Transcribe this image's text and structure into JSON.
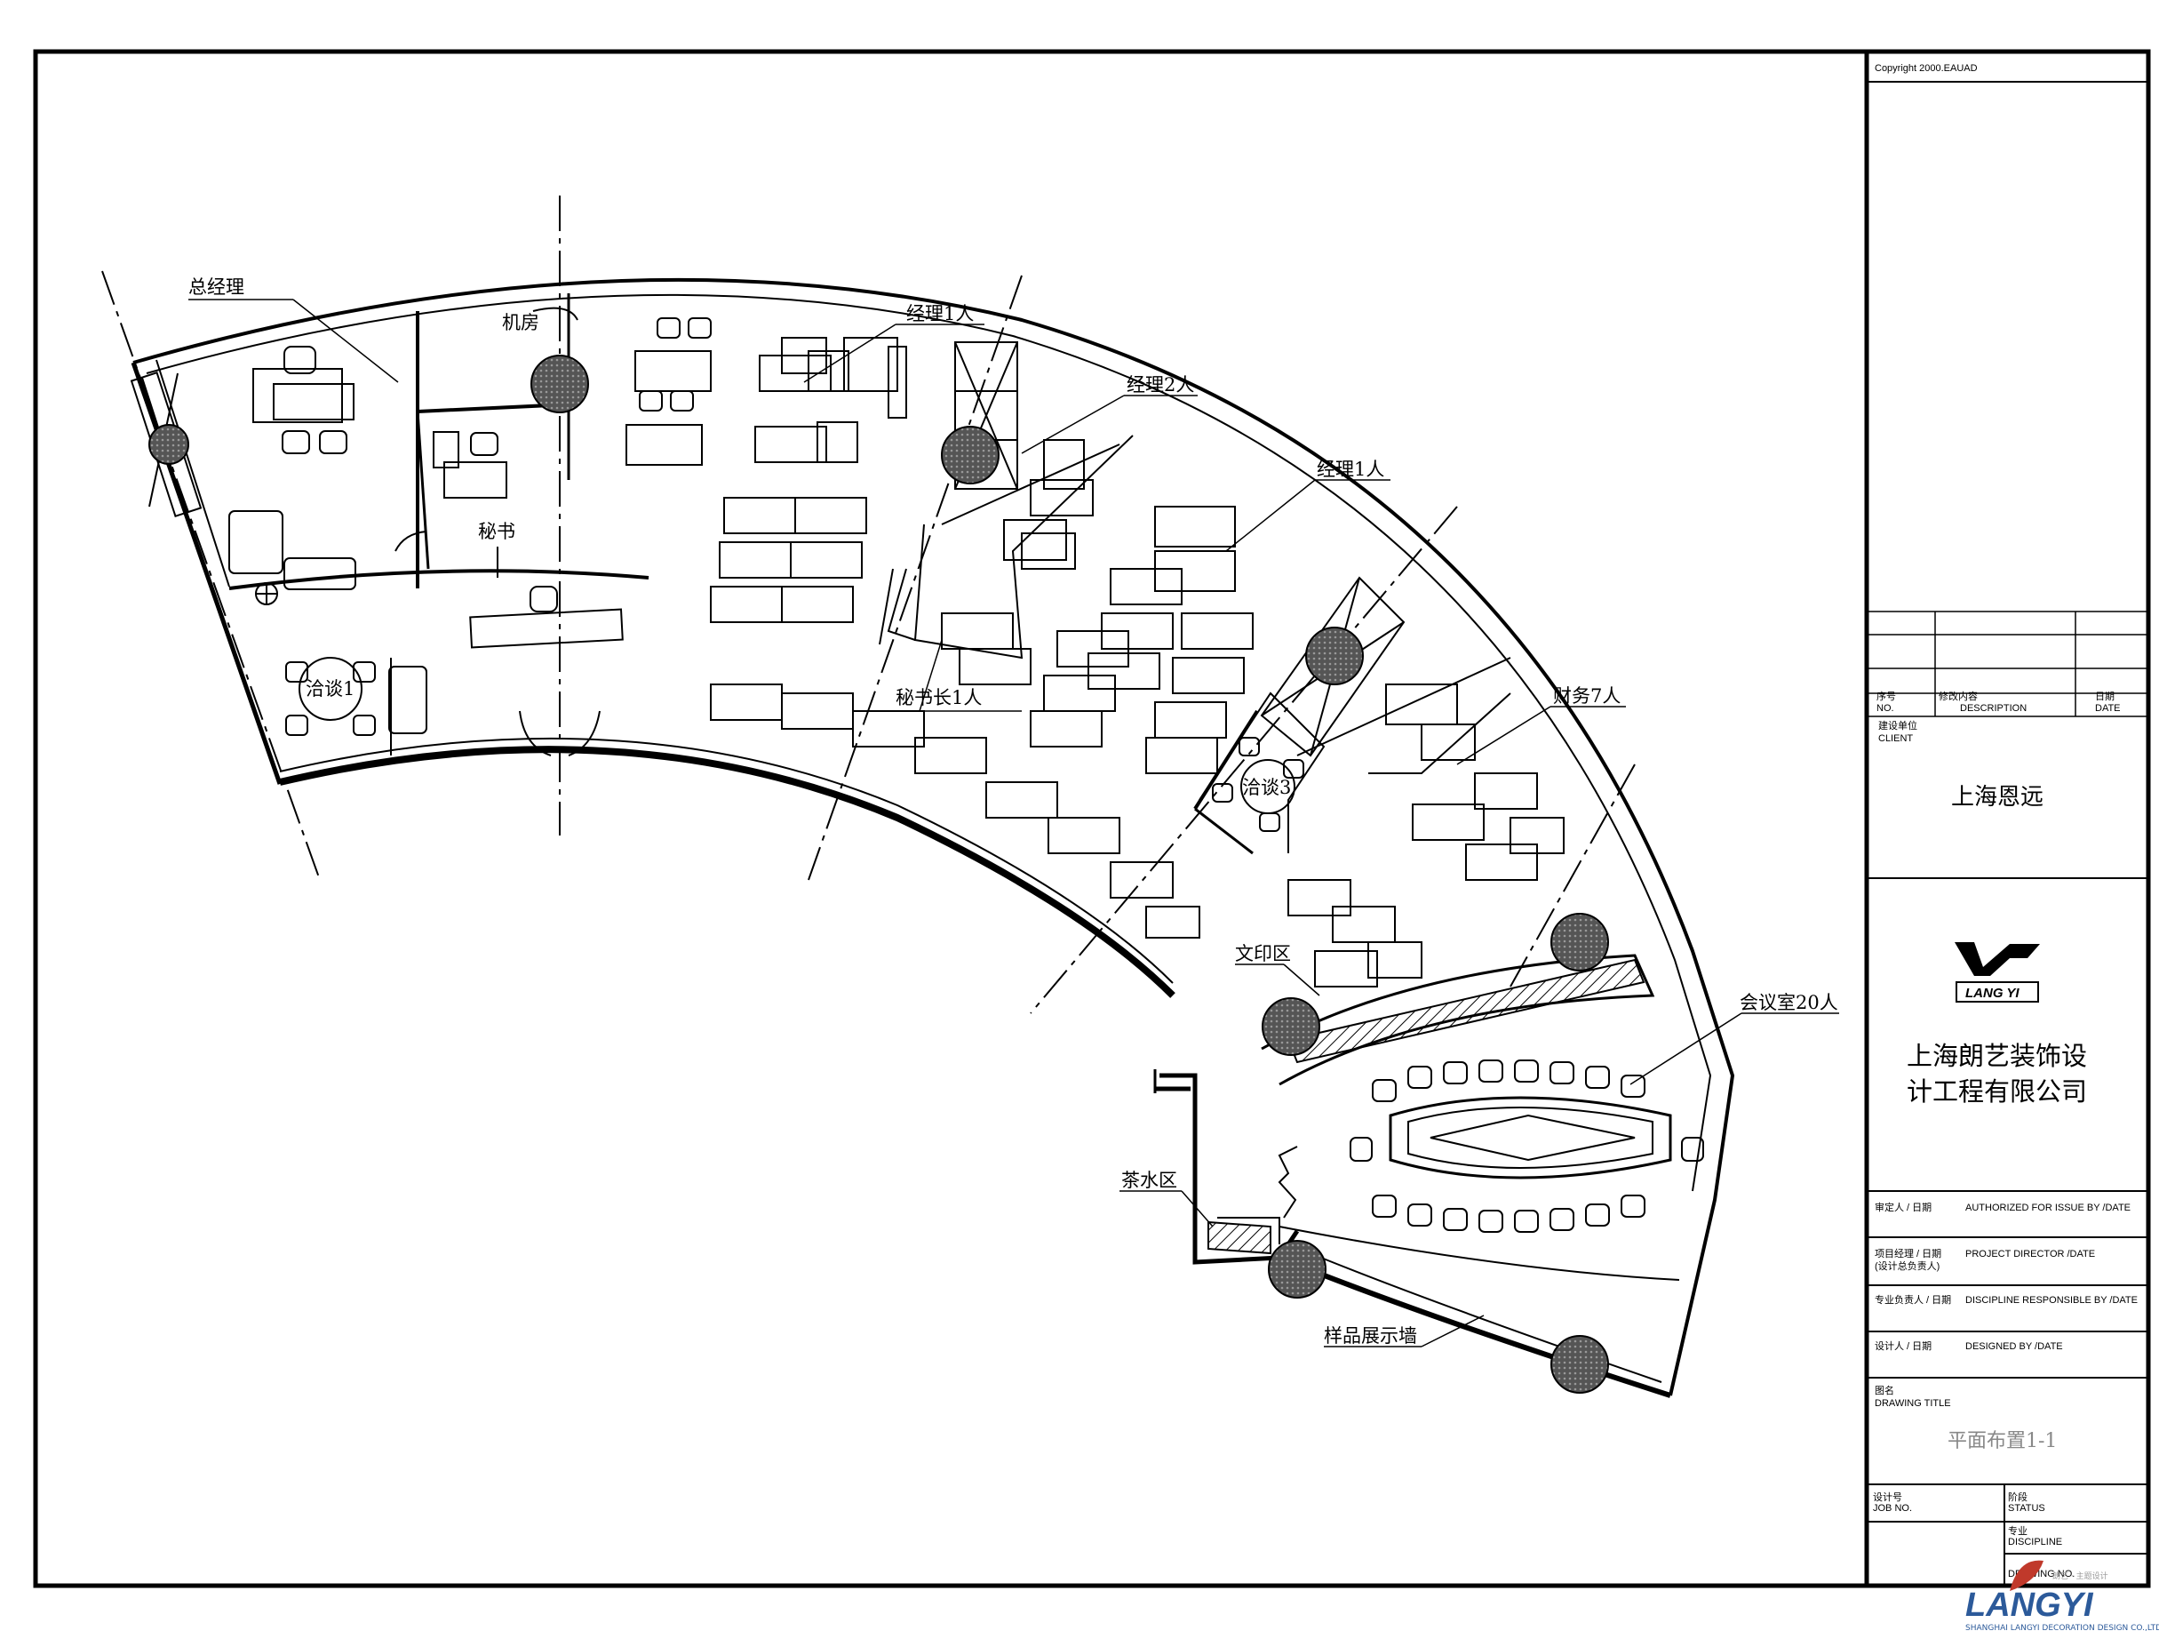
{
  "copyright": "Copyright 2000.EAUAD",
  "rooms": {
    "gm": "总经理",
    "server": "机房",
    "secretary": "秘书",
    "mgr1_a": "经理1人",
    "mgr2": "经理2人",
    "mgr1_b": "经理1人",
    "secgen": "秘书长1人",
    "nego1": "洽谈1",
    "nego3": "洽谈3",
    "finance": "财务7人",
    "print": "文印区",
    "meeting": "会议室20人",
    "tea": "茶水区",
    "sample": "样品展示墙"
  },
  "title_block": {
    "rev_no_cn": "序号",
    "rev_no": "NO.",
    "rev_desc_cn": "修改内容",
    "rev_desc": "DESCRIPTION",
    "rev_date_cn": "日期",
    "rev_date": "DATE",
    "client_cn": "建设单位",
    "client": "CLIENT",
    "client_name": "上海恩远",
    "logo_text": "LANG YI",
    "company_line1": "上海朗艺装饰设",
    "company_line2": "计工程有限公司",
    "authorized_cn": "审定人 / 日期",
    "authorized": "AUTHORIZED FOR ISSUE BY  /DATE",
    "director_cn": "项目经理 / 日期",
    "director_sub": "(设计总负责人)",
    "director": "PROJECT DIRECTOR  /DATE",
    "discipline_resp_cn": "专业负责人 / 日期",
    "discipline_resp": "DISCIPLINE RESPONSIBLE BY  /DATE",
    "designed_cn": "设计人 / 日期",
    "designed": "DESIGNED BY  /DATE",
    "drawing_title_cn": "图名",
    "drawing_title": "DRAWING TITLE",
    "drawing_name": "平面布置1-1",
    "job_no_cn": "设计号",
    "job_no": "JOB NO.",
    "status_cn": "阶段",
    "status": "STATUS",
    "discipline_cn": "专业",
    "discipline": "DISCIPLINE",
    "drawing_no": "DRAWING NO."
  },
  "watermark": {
    "brand": "LANGYI",
    "tag": "朗艺 · 主题设计",
    "sub": "SHANGHAI LANGYI DECORATION DESIGN CO.,LTD."
  }
}
